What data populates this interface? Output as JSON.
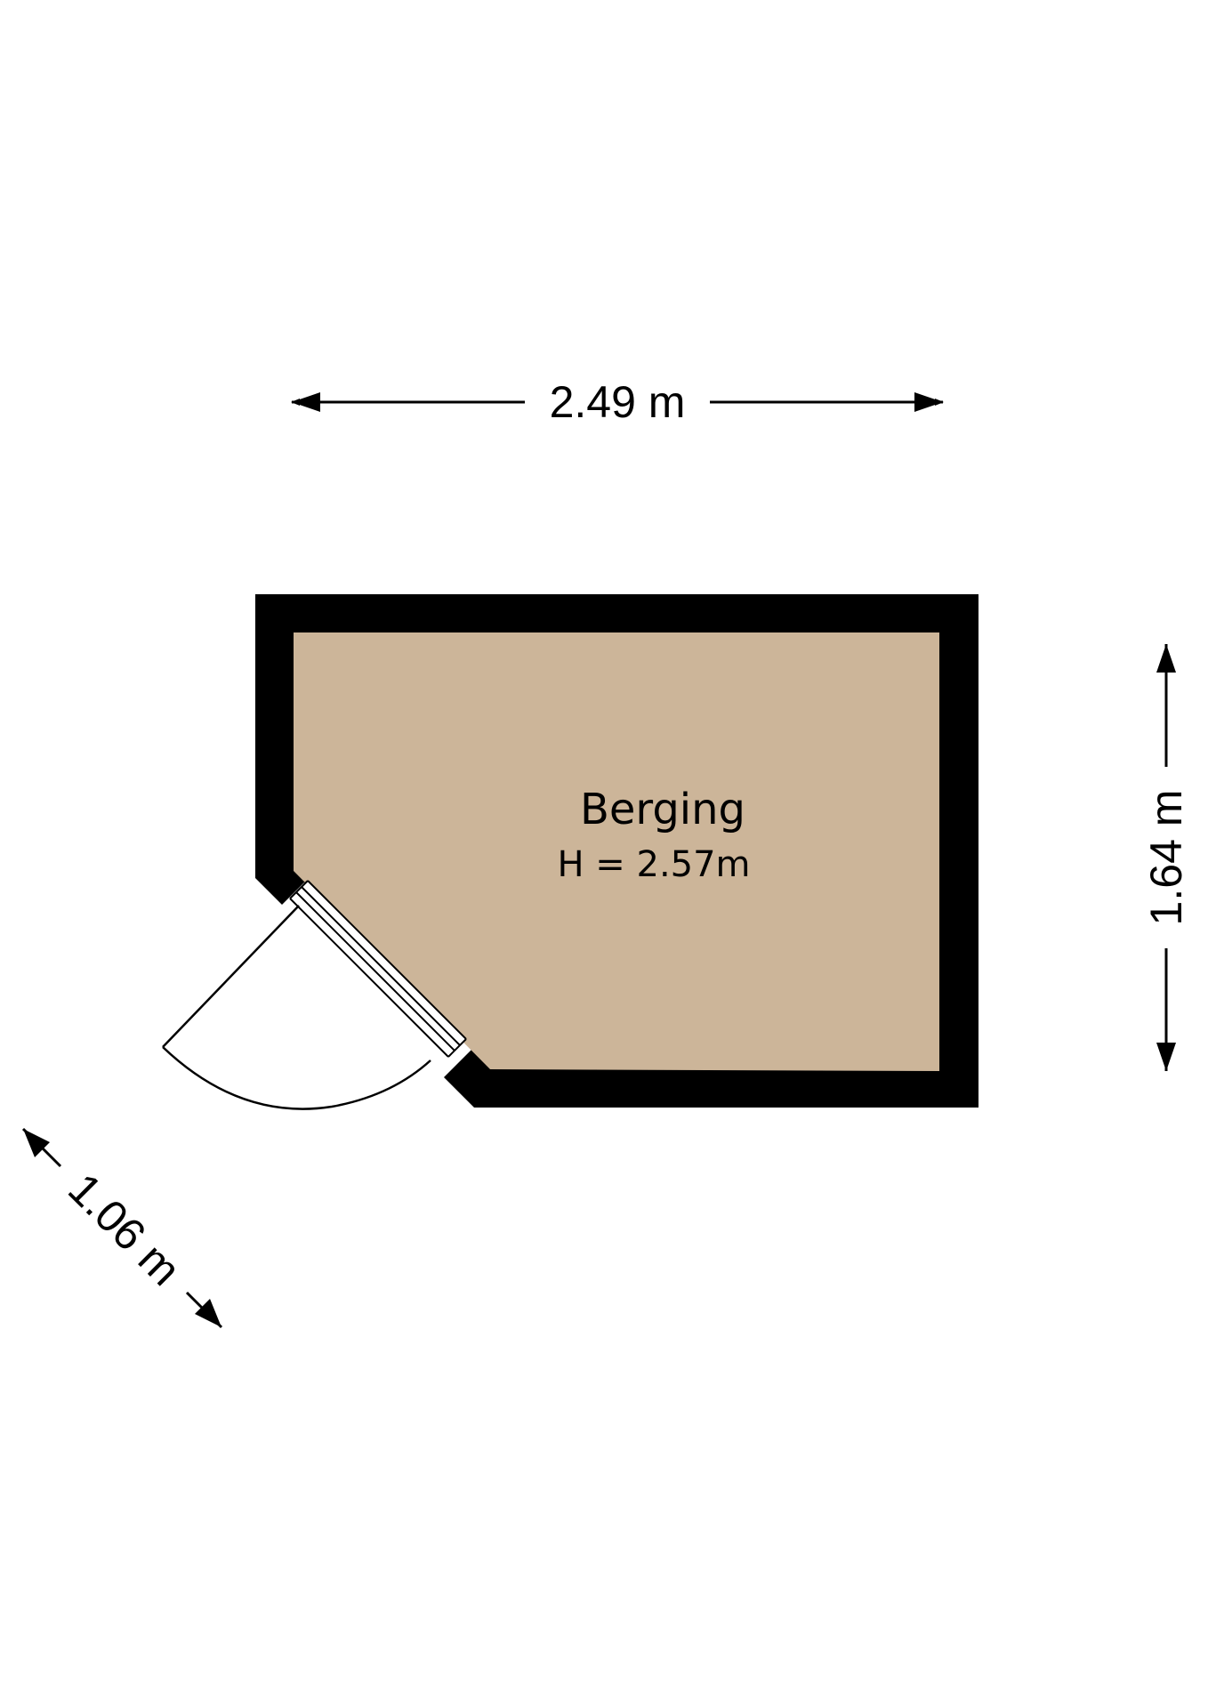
{
  "colors": {
    "wall": "#000000",
    "floor": "#ccb599",
    "background": "#ffffff",
    "door_frame": "#ffffff"
  },
  "room": {
    "name": "Berging",
    "height_label": "H = 2.57m"
  },
  "dimensions": {
    "width": "2.49 m",
    "depth": "1.64 m",
    "diagonal": "1.06 m"
  }
}
